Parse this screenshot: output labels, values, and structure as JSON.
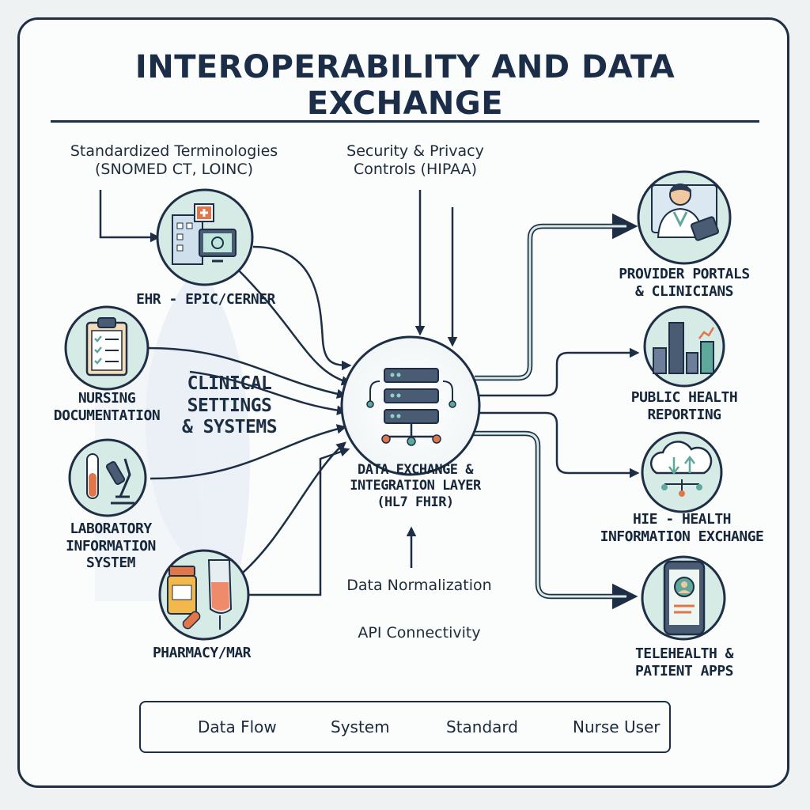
{
  "title": "INTEROPERABILITY AND DATA EXCHANGE",
  "inputs": {
    "terminologies": [
      "Standardized Terminologies",
      "(SNOMED CT, LOINC)"
    ],
    "security": [
      "Security & Privacy",
      "Controls (HIPAA)"
    ],
    "normalization": "Data Normalization",
    "api": "API Connectivity"
  },
  "hub": {
    "label": [
      "DATA EXCHANGE &",
      "INTEGRATION LAYER",
      "(HL7 FHIR)"
    ]
  },
  "sources_group_label": [
    "CLINICAL",
    "SETTINGS",
    "& SYSTEMS"
  ],
  "sources": [
    {
      "label": [
        "EHR - EPIC/CERNER"
      ],
      "icon": "hospital-monitor-icon"
    },
    {
      "label": [
        "NURSING",
        "DOCUMENTATION"
      ],
      "icon": "clipboard-icon"
    },
    {
      "label": [
        "LABORATORY",
        "INFORMATION",
        "SYSTEM"
      ],
      "icon": "microscope-icon"
    },
    {
      "label": [
        "PHARMACY/MAR"
      ],
      "icon": "pharmacy-iv-icon"
    }
  ],
  "destinations": [
    {
      "label": [
        "PROVIDER PORTALS",
        "& CLINICIANS"
      ],
      "icon": "clinician-tablet-icon"
    },
    {
      "label": [
        "PUBLIC HEALTH",
        "REPORTING"
      ],
      "icon": "city-chart-icon"
    },
    {
      "label": [
        "HIE - HEALTH",
        "INFORMATION EXCHANGE"
      ],
      "icon": "cloud-network-icon"
    },
    {
      "label": [
        "TELEHEALTH &",
        "PATIENT APPS"
      ],
      "icon": "phone-app-icon"
    }
  ],
  "legend": {
    "items": [
      {
        "label": "Data Flow",
        "icon": "arrow-icon"
      },
      {
        "label": "System",
        "icon": "system-square-icon"
      },
      {
        "label": "Standard",
        "icon": "standard-line-icon"
      },
      {
        "label": "Nurse User",
        "icon": "nurse-user-icon"
      }
    ]
  },
  "colors": {
    "navy": "#1e2f45",
    "teal": "#5fa89c",
    "teal_light": "#d6ebe6",
    "orange": "#e0764a",
    "blue_fill": "#dbe8f2"
  }
}
